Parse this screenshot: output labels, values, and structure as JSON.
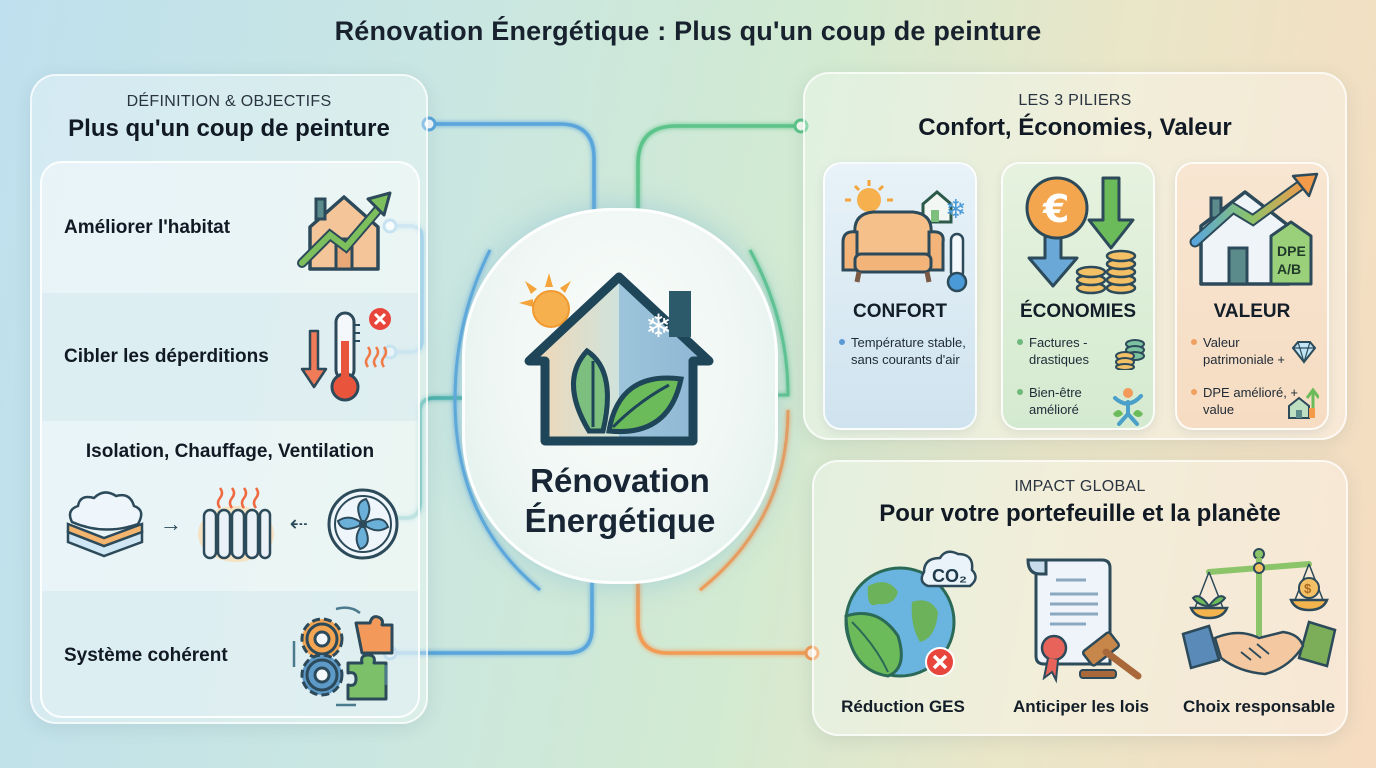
{
  "title": "Rénovation Énergétique : Plus qu'un coup de peinture",
  "left_panel": {
    "subtitle": "DÉFINITION & OBJECTIFS",
    "title": "Plus qu'un coup de peinture",
    "items": [
      {
        "label": "Améliorer l'habitat",
        "icon": "house-growth-arrow-icon"
      },
      {
        "label": "Cibler les déperditions",
        "icon": "thermometer-heat-loss-icon"
      },
      {
        "label": "Isolation, Chauffage, Ventilation",
        "icon": "insulation-radiator-fan-icon"
      },
      {
        "label": "Système cohérent",
        "icon": "gears-puzzle-icon"
      }
    ]
  },
  "center": {
    "title_line1": "Rénovation",
    "title_line2": "Énergétique",
    "icon": "eco-house-leaf-icon"
  },
  "pillars_panel": {
    "subtitle": "LES 3 PILIERS",
    "title": "Confort, Économies, Valeur",
    "cards": [
      {
        "title": "CONFORT",
        "bullets": [
          "Température stable, sans courants d'air"
        ],
        "color": "#5b9bd5"
      },
      {
        "title": "ÉCONOMIES",
        "bullets": [
          "Factures - drastiques",
          "Bien-être amélioré"
        ],
        "color": "#6cb97a"
      },
      {
        "title": "VALEUR",
        "bullets": [
          "Valeur patrimoniale +",
          "DPE amélioré, + value"
        ],
        "color": "#f0a060",
        "badge": "DPE A/B"
      }
    ]
  },
  "impact_panel": {
    "subtitle": "IMPACT GLOBAL",
    "title": "Pour votre portefeuille et la planète",
    "items": [
      {
        "label": "Réduction GES",
        "icon": "globe-co2-icon",
        "badge": "CO₂"
      },
      {
        "label": "Anticiper les lois",
        "icon": "law-document-gavel-icon"
      },
      {
        "label": "Choix responsable",
        "icon": "scales-handshake-icon"
      }
    ]
  },
  "colors": {
    "blue": "#5aa6dc",
    "teal": "#4fb3ad",
    "green": "#5cc48a",
    "orange": "#f19b55"
  }
}
